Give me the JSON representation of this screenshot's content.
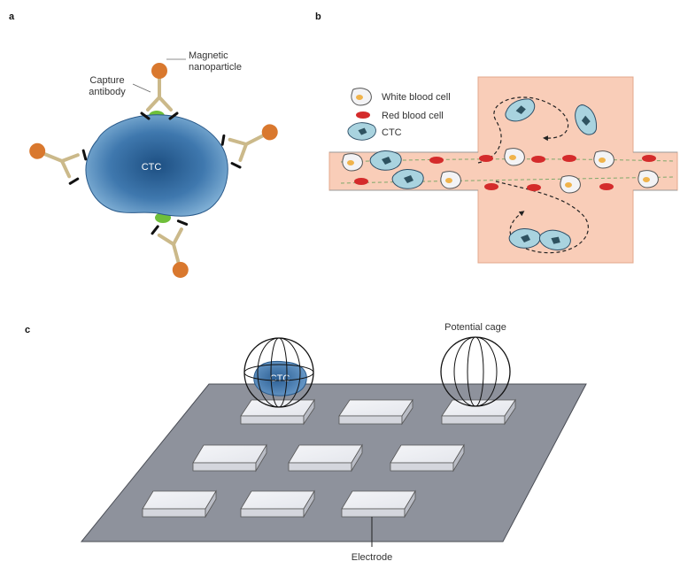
{
  "panels": {
    "a": {
      "letter": "a",
      "cell_label": "CTC",
      "capture_antibody_label": [
        "Capture",
        "antibody"
      ],
      "magnetic_label": [
        "Magnetic",
        "nanoparticle"
      ]
    },
    "b": {
      "letter": "b",
      "legend": [
        {
          "label": "White blood cell",
          "icon": "white-blood-cell-icon"
        },
        {
          "label": "Red blood cell",
          "icon": "red-blood-cell-icon"
        },
        {
          "label": "CTC",
          "icon": "ctc-icon"
        }
      ]
    },
    "c": {
      "letter": "c",
      "cell_label": "CTC",
      "cage_label": "Potential cage",
      "electrode_label": "Electrode"
    }
  },
  "colors": {
    "ctc_blue": "#4f86b8",
    "ctc_dark": "#1d4f82",
    "nanoparticle": "#d9782e",
    "antibody": "#cbb98a",
    "antigen": "#6fbf3a",
    "channel": "#f9cdb8",
    "rbc": "#d42b2b",
    "wbc_nucleus": "#f0b34b",
    "plate": "#8e929c"
  }
}
